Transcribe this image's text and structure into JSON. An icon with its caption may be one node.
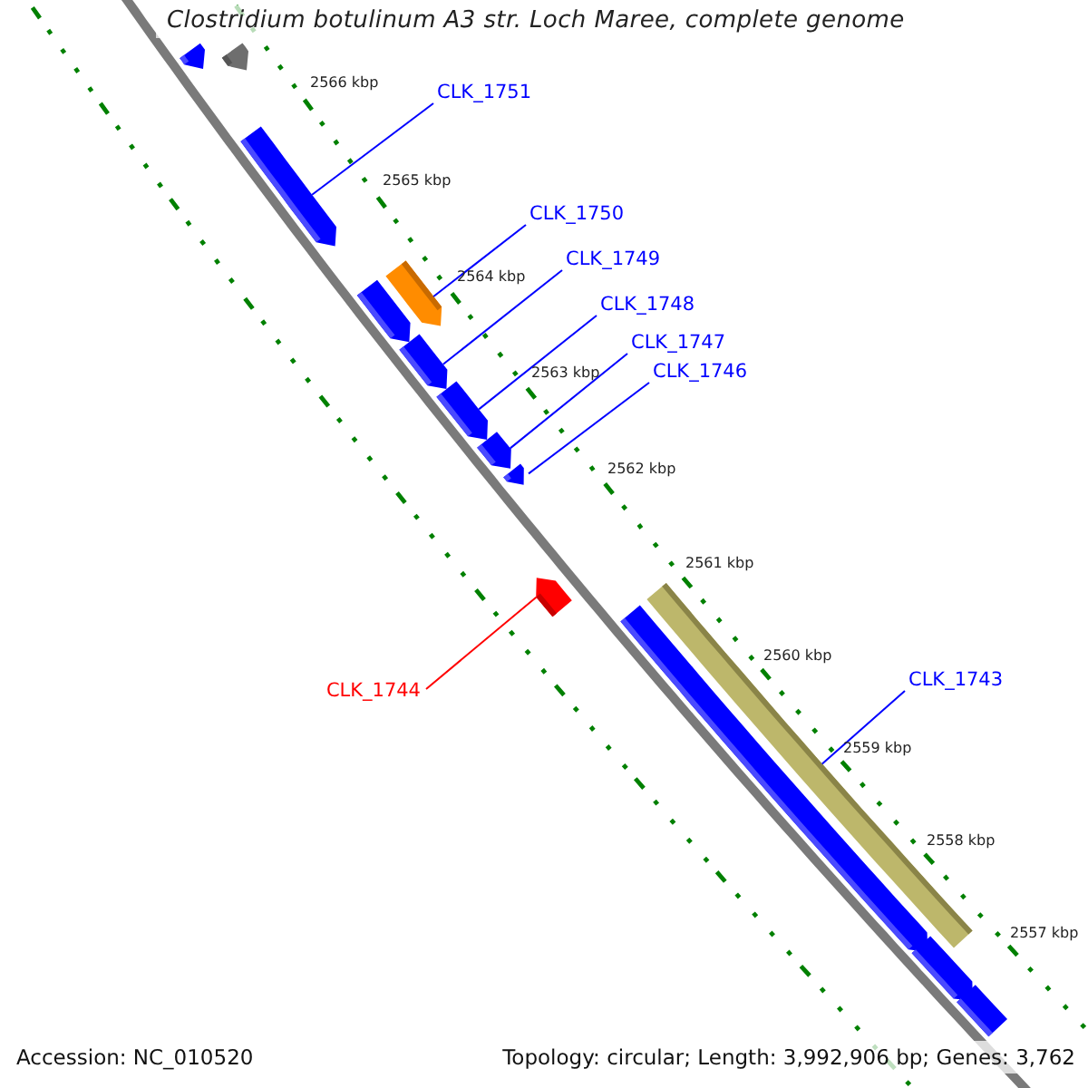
{
  "diagram": {
    "title": "Clostridium botulinum A3 str. Loch Maree, complete genome",
    "nodes": [
      {
        "text": [],
        "shape": "bar"
      },
      {
        "text": [],
        "shape": "bar"
      },
      {
        "text": [
          "CLK_1751"
        ]
      },
      {
        "text": [],
        "shape": "bar"
      },
      {
        "text": [
          "CLK_1750"
        ]
      },
      {
        "text": [],
        "shape": "bar"
      },
      {
        "text": [],
        "shape": "bar"
      },
      {
        "text": [
          "CLK_1749"
        ]
      },
      {
        "text": [],
        "shape": "bar"
      },
      {
        "text": [
          "CLK_1748"
        ]
      },
      {
        "text": [],
        "shape": "bar"
      },
      {
        "text": [
          "CLK_1747"
        ]
      },
      {
        "text": [],
        "shape": "bar"
      },
      {
        "text": [
          "CLK_1746"
        ]
      },
      {
        "text": [],
        "shape": "bar"
      },
      {
        "text": [],
        "shape": "bar"
      },
      {
        "text": [
          "CLK_1744"
        ]
      },
      {
        "text": [
          "CLK_1743"
        ]
      },
      {
        "text": [],
        "shape": "bar"
      },
      {
        "text": [],
        "shape": "bar"
      },
      {
        "text": [],
        "shape": "bar"
      },
      {
        "text": [],
        "shape": "bar"
      }
    ],
    "edges": [
      {
        "from": 2,
        "to": 3,
        "arrow": "none"
      },
      {
        "from": 4,
        "to": 5,
        "arrow": "none"
      },
      {
        "from": 7,
        "to": 8,
        "arrow": "none"
      },
      {
        "from": 9,
        "to": 10,
        "arrow": "none"
      },
      {
        "from": 11,
        "to": 12,
        "arrow": "none"
      },
      {
        "from": 13,
        "to": 14,
        "arrow": "none"
      },
      {
        "from": 16,
        "to": 15,
        "arrow": "none",
        "color": "#ff0000"
      },
      {
        "from": 17,
        "to": 18,
        "arrow": "none"
      }
    ],
    "labels": [
      "2566 kbp",
      "2565 kbp",
      "2564 kbp",
      "2563 kbp",
      "2562 kbp",
      "2561 kbp",
      "2560 kbp",
      "2559 kbp",
      "2558 kbp",
      "2557 kbp",
      "Accession: NC_010520",
      "Topology: circular; Length: 3,992,906 bp; Genes: 3,762"
    ]
  }
}
